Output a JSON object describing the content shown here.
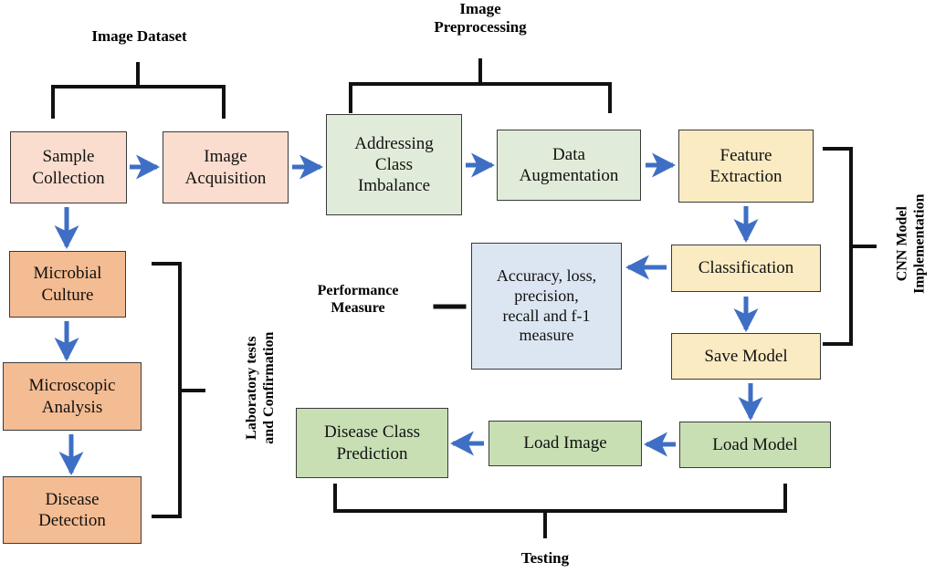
{
  "diagram": {
    "title_labels": {
      "image_dataset": "Image Dataset",
      "image_preprocessing": "Image\nPreprocessing",
      "performance_measure": "Performance\nMeasure",
      "laboratory_tests": "Laboratory tests\nand Confirmation",
      "cnn_model": "CNN Model\nImplementation",
      "testing": "Testing"
    },
    "colors": {
      "peach": "#FADDCE",
      "orange": "#F4BC92",
      "green_light": "#E1EBD9",
      "green_testing": "#C8DFB4",
      "yellow": "#FBEBC2",
      "blue": "#DCE6F2",
      "box_border": "#3a3a3a",
      "arrow": "#3F6FC4",
      "bracket": "#111111",
      "text": "#111111"
    },
    "boxes": [
      {
        "id": "sample-collection",
        "label": "Sample\nCollection",
        "color": "peach"
      },
      {
        "id": "image-acquisition",
        "label": "Image\nAcquisition",
        "color": "peach"
      },
      {
        "id": "addressing-class-imbalance",
        "label": "Addressing\nClass\nImbalance",
        "color": "green_light"
      },
      {
        "id": "data-augmentation",
        "label": "Data\nAugmentation",
        "color": "green_light"
      },
      {
        "id": "feature-extraction",
        "label": "Feature\nExtraction",
        "color": "yellow"
      },
      {
        "id": "microbial-culture",
        "label": "Microbial\nCulture",
        "color": "orange"
      },
      {
        "id": "microscopic-analysis",
        "label": "Microscopic\nAnalysis",
        "color": "orange"
      },
      {
        "id": "disease-detection",
        "label": "Disease\nDetection",
        "color": "orange"
      },
      {
        "id": "metrics",
        "label": "Accuracy, loss,\nprecision,\nrecall and f-1\nmeasure",
        "color": "blue"
      },
      {
        "id": "classification",
        "label": "Classification",
        "color": "yellow"
      },
      {
        "id": "save-model",
        "label": "Save Model",
        "color": "yellow"
      },
      {
        "id": "disease-class-prediction",
        "label": "Disease Class\nPrediction",
        "color": "green_testing"
      },
      {
        "id": "load-image",
        "label": "Load Image",
        "color": "green_testing"
      },
      {
        "id": "load-model",
        "label": "Load Model",
        "color": "green_testing"
      }
    ],
    "flow": [
      "Sample Collection -> Image Acquisition",
      "Image Acquisition -> Addressing Class Imbalance",
      "Addressing Class Imbalance -> Data Augmentation",
      "Data Augmentation -> Feature Extraction",
      "Feature Extraction -> Classification",
      "Classification -> Accuracy, loss, precision, recall and f-1 measure",
      "Classification -> Save Model",
      "Save Model -> Load Model",
      "Load Model -> Load Image",
      "Load Image -> Disease Class Prediction",
      "Sample Collection -> Microbial Culture",
      "Microbial Culture -> Microscopic Analysis",
      "Microscopic Analysis -> Disease Detection"
    ]
  }
}
